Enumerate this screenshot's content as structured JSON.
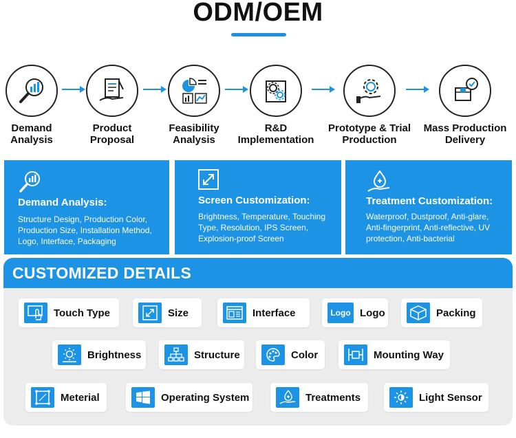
{
  "title": "ODM/OEM",
  "steps": [
    {
      "label": "Demand\nAnalysis",
      "icon": "magnifier-chart-icon"
    },
    {
      "label": "Product\nProposal",
      "icon": "document-hand-icon"
    },
    {
      "label": "Feasibility\nAnalysis",
      "icon": "charts-icon"
    },
    {
      "label": "R&D\nImplementation",
      "icon": "gears-book-icon"
    },
    {
      "label": "Prototype & Trial\nProduction",
      "icon": "gear-hand-icon"
    },
    {
      "label": "Mass Production\nDelivery",
      "icon": "box-check-icon"
    }
  ],
  "panels": [
    {
      "heading": "Demand Analysis:",
      "body": "Structure Design, Production Color, Production Size, Installation Method, Logo, Interface, Packaging",
      "icon": "magnifier-chart-icon"
    },
    {
      "heading": "Screen Customization:",
      "body": "Brightness, Temperature, Touching Type, Resolution, IPS Screen, Explosion-proof Screen",
      "icon": "expand-icon"
    },
    {
      "heading": "Treatment Customization:",
      "body": "Waterproof, Dustproof, Anti-glare, Anti-fingerprint, Anti-reflective, UV protection, Anti-bacterial",
      "icon": "drop-hand-icon"
    }
  ],
  "details": {
    "heading": "CUSTOMIZED DETAILS",
    "items": [
      {
        "label": "Touch Type",
        "icon": "touch-icon"
      },
      {
        "label": "Size",
        "icon": "resize-icon"
      },
      {
        "label": "Interface",
        "icon": "interface-icon"
      },
      {
        "label": "Logo",
        "icon": "logo-icon",
        "icon_text": "Logo"
      },
      {
        "label": "Packing",
        "icon": "box-icon"
      },
      {
        "label": "Brightness",
        "icon": "sun-icon"
      },
      {
        "label": "Structure",
        "icon": "structure-icon"
      },
      {
        "label": "Color",
        "icon": "palette-icon"
      },
      {
        "label": "Mounting Way",
        "icon": "mount-icon"
      },
      {
        "label": "Meterial",
        "icon": "material-icon"
      },
      {
        "label": "Operating System",
        "icon": "windows-icon"
      },
      {
        "label": "Treatments",
        "icon": "drop-hand-icon"
      },
      {
        "label": "Light Sensor",
        "icon": "light-sensor-icon"
      }
    ]
  },
  "colors": {
    "accent": "#1d93e6",
    "panel_bg": "#ececec",
    "text": "#111111"
  }
}
